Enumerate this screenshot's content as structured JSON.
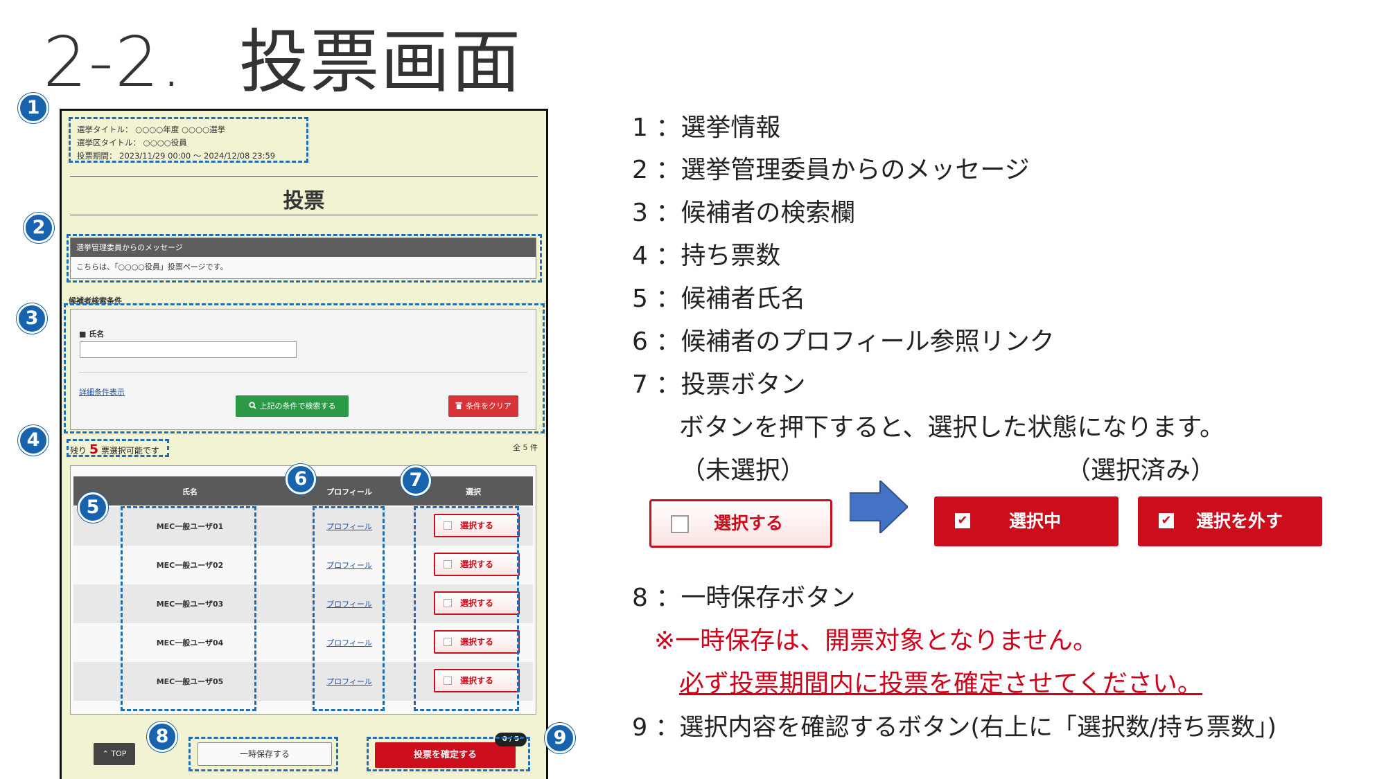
{
  "slide": {
    "number": "2-2.",
    "title": "投票画面"
  },
  "screen": {
    "election_info": [
      "選挙タイトル： ○○○○年度 ○○○○選挙",
      "選挙区タイトル： ○○○○役員",
      "投票期間： 2023/11/29 00:00 ～ 2024/12/08 23:59"
    ],
    "page_heading": "投票",
    "message": {
      "header": "選挙管理委員からのメッセージ",
      "body": "こちらは、「○○○○役員」投票ページです。"
    },
    "search": {
      "section_title": "候補者検索条件",
      "name_label": "■ 氏名",
      "name_value": "",
      "detail_link": "詳細条件表示",
      "search_button": "上記の条件で検索する",
      "search_icon": "search-icon",
      "clear_button": "条件をクリア",
      "clear_icon": "trash-icon"
    },
    "votes": {
      "prefix": "残り",
      "remaining": "5",
      "suffix": "票選択可能です",
      "total": "全 5 件"
    },
    "table": {
      "headers": [
        "氏名",
        "プロフィール",
        "選択"
      ],
      "rows": [
        {
          "name": "MEC一般ユーザ01",
          "profile": "プロフィール",
          "select": "選択する"
        },
        {
          "name": "MEC一般ユーザ02",
          "profile": "プロフィール",
          "select": "選択する"
        },
        {
          "name": "MEC一般ユーザ03",
          "profile": "プロフィール",
          "select": "選択する"
        },
        {
          "name": "MEC一般ユーザ04",
          "profile": "プロフィール",
          "select": "選択する"
        },
        {
          "name": "MEC一般ユーザ05",
          "profile": "プロフィール",
          "select": "選択する"
        }
      ]
    },
    "footer": {
      "top_button": "TOP",
      "top_icon": "double-chevron-up-icon",
      "save_button": "一時保存する",
      "confirm_button": "投票を確定する",
      "count_badge": "0 / 5"
    }
  },
  "badges": [
    "1",
    "2",
    "3",
    "4",
    "5",
    "6",
    "7",
    "8",
    "9"
  ],
  "legend": {
    "items": [
      "1 ：選挙情報",
      "2 ：選挙管理委員からのメッセージ",
      "3 ：候補者の検索欄",
      "4 ：持ち票数",
      "5 ：候補者氏名",
      "6 ：候補者のプロフィール参照リンク",
      "7 ：投票ボタン"
    ],
    "item7_desc": "ボタンを押下すると、選択した状態になります。",
    "unselected_caption": "（未選択）",
    "selected_caption": "（選択済み）",
    "demo_unselected": "選択する",
    "demo_selected": "選択中",
    "demo_deselect": "選択を外す",
    "item8": "8 ：一時保存ボタン",
    "note1": "※一時保存は、開票対象となりません。",
    "note2": "必ず投票期間内に投票を確定させてください。",
    "item9": "9 ：選択内容を確認するボタン(右上に「選択数/持ち票数」)"
  },
  "colors": {
    "accent": "#1763ad",
    "danger": "#cc0d1c",
    "panel": "#f1f3d3",
    "search_green": "#2a9a46"
  }
}
